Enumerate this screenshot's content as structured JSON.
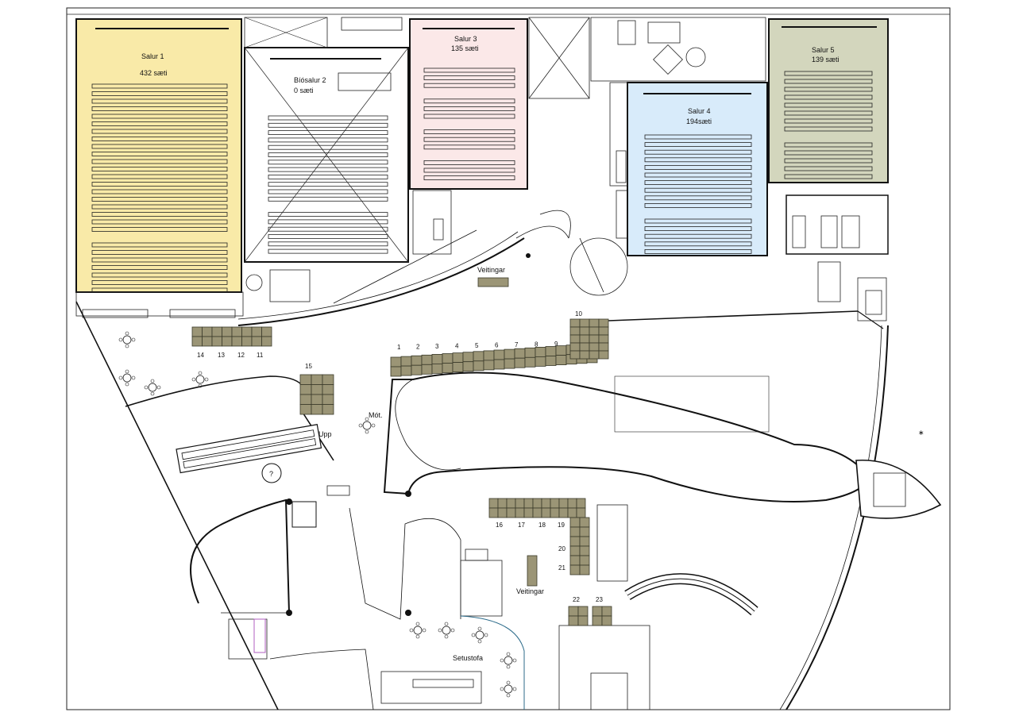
{
  "rooms": {
    "salur1": {
      "name": "Salur 1",
      "seats": "432 sæti",
      "fill": "#f9eaa8"
    },
    "biosalur2": {
      "name": "Bíósalur 2",
      "seats": "0 sæti"
    },
    "salur3": {
      "name": "Salur 3",
      "seats": "135 sæti",
      "fill": "#fbe8e8"
    },
    "salur4": {
      "name": "Salur 4",
      "seats": "194sæti",
      "fill": "#d8ebfa"
    },
    "salur5": {
      "name": "Salur 5",
      "seats": "139 sæti",
      "fill": "#d3d6bd"
    }
  },
  "labels": {
    "veitingar_top": "Veitingar",
    "veitingar_bottom": "Veitingar",
    "mot": "Mót.",
    "upp": "Upp",
    "setustofa": "Setustofa",
    "info": "?"
  },
  "booths": {
    "color": "#9b9576",
    "numbers": [
      "1",
      "2",
      "3",
      "4",
      "5",
      "6",
      "7",
      "8",
      "9",
      "10",
      "11",
      "12",
      "13",
      "14",
      "15",
      "16",
      "17",
      "18",
      "19",
      "20",
      "21",
      "22",
      "23"
    ]
  }
}
